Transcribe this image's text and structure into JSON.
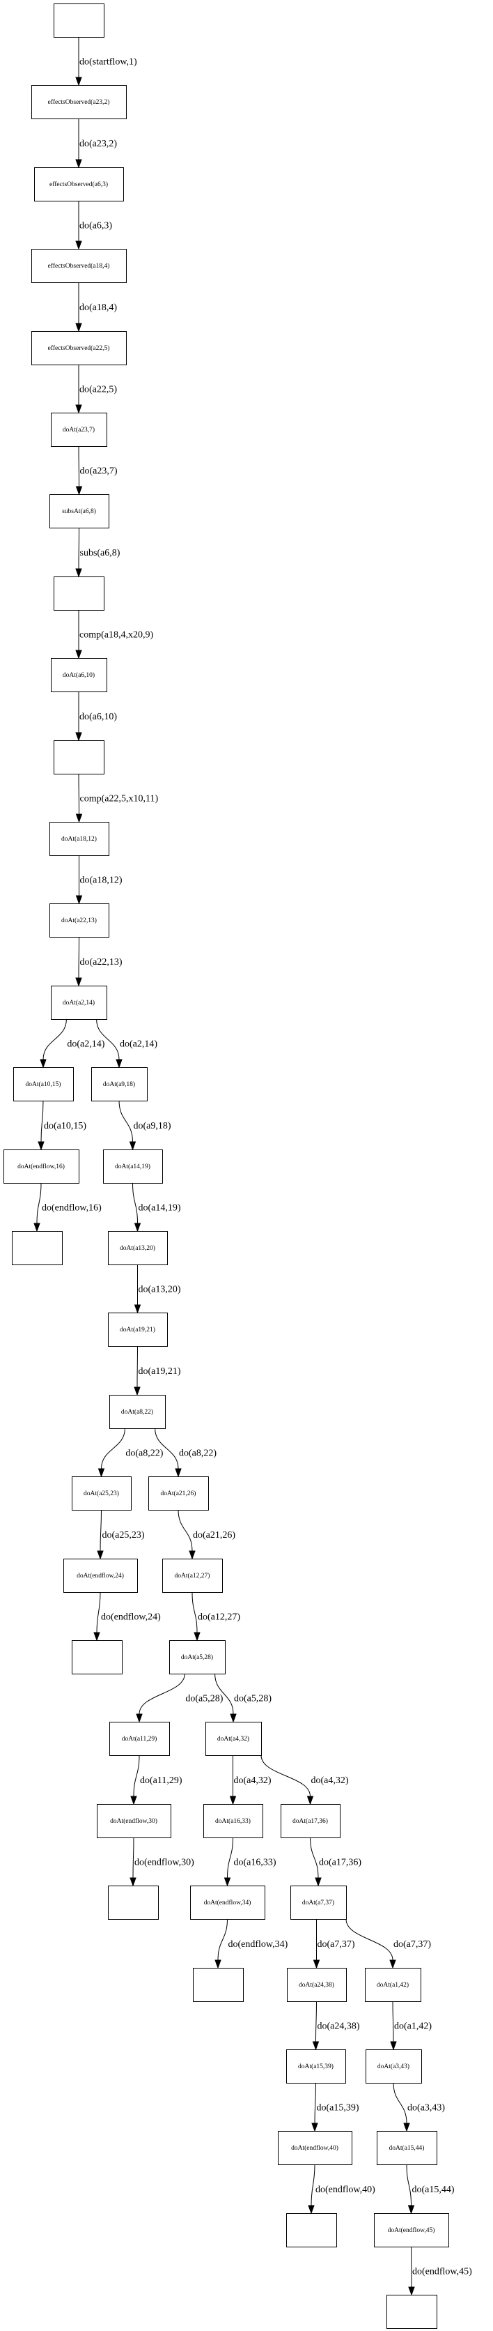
{
  "graph": {
    "colors": {
      "stroke": "#000000",
      "fill": "#ffffff",
      "text": "#000000"
    },
    "nodes": [
      {
        "id": "n0",
        "label": ""
      },
      {
        "id": "n1",
        "label": "effectsObserved(a23,2)"
      },
      {
        "id": "n2",
        "label": "effectsObserved(a6,3)"
      },
      {
        "id": "n3",
        "label": "effectsObserved(a18,4)"
      },
      {
        "id": "n4",
        "label": "effectsObserved(a22,5)"
      },
      {
        "id": "n5",
        "label": "doAt(a23,7)"
      },
      {
        "id": "n6",
        "label": "subsAt(a6,8)"
      },
      {
        "id": "n7",
        "label": ""
      },
      {
        "id": "n8",
        "label": "doAt(a6,10)"
      },
      {
        "id": "n9",
        "label": ""
      },
      {
        "id": "n10",
        "label": "doAt(a18,12)"
      },
      {
        "id": "n11",
        "label": "doAt(a22,13)"
      },
      {
        "id": "n12",
        "label": "doAt(a2,14)"
      },
      {
        "id": "n13",
        "label": "doAt(a10,15)"
      },
      {
        "id": "n14",
        "label": "doAt(a9,18)"
      },
      {
        "id": "n15",
        "label": "doAt(endflow,16)"
      },
      {
        "id": "n16",
        "label": "doAt(a14,19)"
      },
      {
        "id": "n17",
        "label": ""
      },
      {
        "id": "n18",
        "label": "doAt(a13,20)"
      },
      {
        "id": "n19",
        "label": "doAt(a19,21)"
      },
      {
        "id": "n20",
        "label": "doAt(a8,22)"
      },
      {
        "id": "n21",
        "label": "doAt(a25,23)"
      },
      {
        "id": "n22",
        "label": "doAt(a21,26)"
      },
      {
        "id": "n23",
        "label": "doAt(endflow,24)"
      },
      {
        "id": "n24",
        "label": "doAt(a12,27)"
      },
      {
        "id": "n25",
        "label": ""
      },
      {
        "id": "n26",
        "label": "doAt(a5,28)"
      },
      {
        "id": "n27",
        "label": "doAt(a11,29)"
      },
      {
        "id": "n28",
        "label": "doAt(a4,32)"
      },
      {
        "id": "n29",
        "label": "doAt(endflow,30)"
      },
      {
        "id": "n30",
        "label": "doAt(a16,33)"
      },
      {
        "id": "n31",
        "label": "doAt(a17,36)"
      },
      {
        "id": "n32",
        "label": ""
      },
      {
        "id": "n33",
        "label": "doAt(endflow,34)"
      },
      {
        "id": "n34",
        "label": "doAt(a7,37)"
      },
      {
        "id": "n35",
        "label": ""
      },
      {
        "id": "n36",
        "label": "doAt(a24,38)"
      },
      {
        "id": "n37",
        "label": "doAt(a1,42)"
      },
      {
        "id": "n38",
        "label": "doAt(a15,39)"
      },
      {
        "id": "n39",
        "label": "doAt(a3,43)"
      },
      {
        "id": "n40",
        "label": "doAt(endflow,40)"
      },
      {
        "id": "n41",
        "label": "doAt(a15,44)"
      },
      {
        "id": "n42",
        "label": ""
      },
      {
        "id": "n43",
        "label": "doAt(endflow,45)"
      },
      {
        "id": "n44",
        "label": ""
      }
    ],
    "edges": [
      {
        "from": "n0",
        "to": "n1",
        "label": "do(startflow,1)"
      },
      {
        "from": "n1",
        "to": "n2",
        "label": "do(a23,2)"
      },
      {
        "from": "n2",
        "to": "n3",
        "label": "do(a6,3)"
      },
      {
        "from": "n3",
        "to": "n4",
        "label": "do(a18,4)"
      },
      {
        "from": "n4",
        "to": "n5",
        "label": "do(a22,5)"
      },
      {
        "from": "n5",
        "to": "n6",
        "label": "do(a23,7)"
      },
      {
        "from": "n6",
        "to": "n7",
        "label": "subs(a6,8)"
      },
      {
        "from": "n7",
        "to": "n8",
        "label": "comp(a18,4,x20,9)"
      },
      {
        "from": "n8",
        "to": "n9",
        "label": "do(a6,10)"
      },
      {
        "from": "n9",
        "to": "n10",
        "label": "comp(a22,5,x10,11)"
      },
      {
        "from": "n10",
        "to": "n11",
        "label": "do(a18,12)"
      },
      {
        "from": "n11",
        "to": "n12",
        "label": "do(a22,13)"
      },
      {
        "from": "n12",
        "to": "n13",
        "label": "do(a2,14)"
      },
      {
        "from": "n12",
        "to": "n14",
        "label": "do(a2,14)"
      },
      {
        "from": "n13",
        "to": "n15",
        "label": "do(a10,15)"
      },
      {
        "from": "n14",
        "to": "n16",
        "label": "do(a9,18)"
      },
      {
        "from": "n15",
        "to": "n17",
        "label": "do(endflow,16)"
      },
      {
        "from": "n16",
        "to": "n18",
        "label": "do(a14,19)"
      },
      {
        "from": "n18",
        "to": "n19",
        "label": "do(a13,20)"
      },
      {
        "from": "n19",
        "to": "n20",
        "label": "do(a19,21)"
      },
      {
        "from": "n20",
        "to": "n21",
        "label": "do(a8,22)"
      },
      {
        "from": "n20",
        "to": "n22",
        "label": "do(a8,22)"
      },
      {
        "from": "n21",
        "to": "n23",
        "label": "do(a25,23)"
      },
      {
        "from": "n22",
        "to": "n24",
        "label": "do(a21,26)"
      },
      {
        "from": "n23",
        "to": "n25",
        "label": "do(endflow,24)"
      },
      {
        "from": "n24",
        "to": "n26",
        "label": "do(a12,27)"
      },
      {
        "from": "n26",
        "to": "n27",
        "label": "do(a5,28)"
      },
      {
        "from": "n26",
        "to": "n28",
        "label": "do(a5,28)"
      },
      {
        "from": "n27",
        "to": "n29",
        "label": "do(a11,29)"
      },
      {
        "from": "n28",
        "to": "n30",
        "label": "do(a4,32)"
      },
      {
        "from": "n28",
        "to": "n31",
        "label": "do(a4,32)"
      },
      {
        "from": "n29",
        "to": "n32",
        "label": "do(endflow,30)"
      },
      {
        "from": "n30",
        "to": "n33",
        "label": "do(a16,33)"
      },
      {
        "from": "n31",
        "to": "n34",
        "label": "do(a17,36)"
      },
      {
        "from": "n33",
        "to": "n35",
        "label": "do(endflow,34)"
      },
      {
        "from": "n34",
        "to": "n36",
        "label": "do(a7,37)"
      },
      {
        "from": "n34",
        "to": "n37",
        "label": "do(a7,37)"
      },
      {
        "from": "n36",
        "to": "n38",
        "label": "do(a24,38)"
      },
      {
        "from": "n37",
        "to": "n39",
        "label": "do(a1,42)"
      },
      {
        "from": "n38",
        "to": "n40",
        "label": "do(a15,39)"
      },
      {
        "from": "n39",
        "to": "n41",
        "label": "do(a3,43)"
      },
      {
        "from": "n40",
        "to": "n42",
        "label": "do(endflow,40)"
      },
      {
        "from": "n41",
        "to": "n43",
        "label": "do(a15,44)"
      },
      {
        "from": "n43",
        "to": "n44",
        "label": "do(endflow,45)"
      }
    ]
  }
}
